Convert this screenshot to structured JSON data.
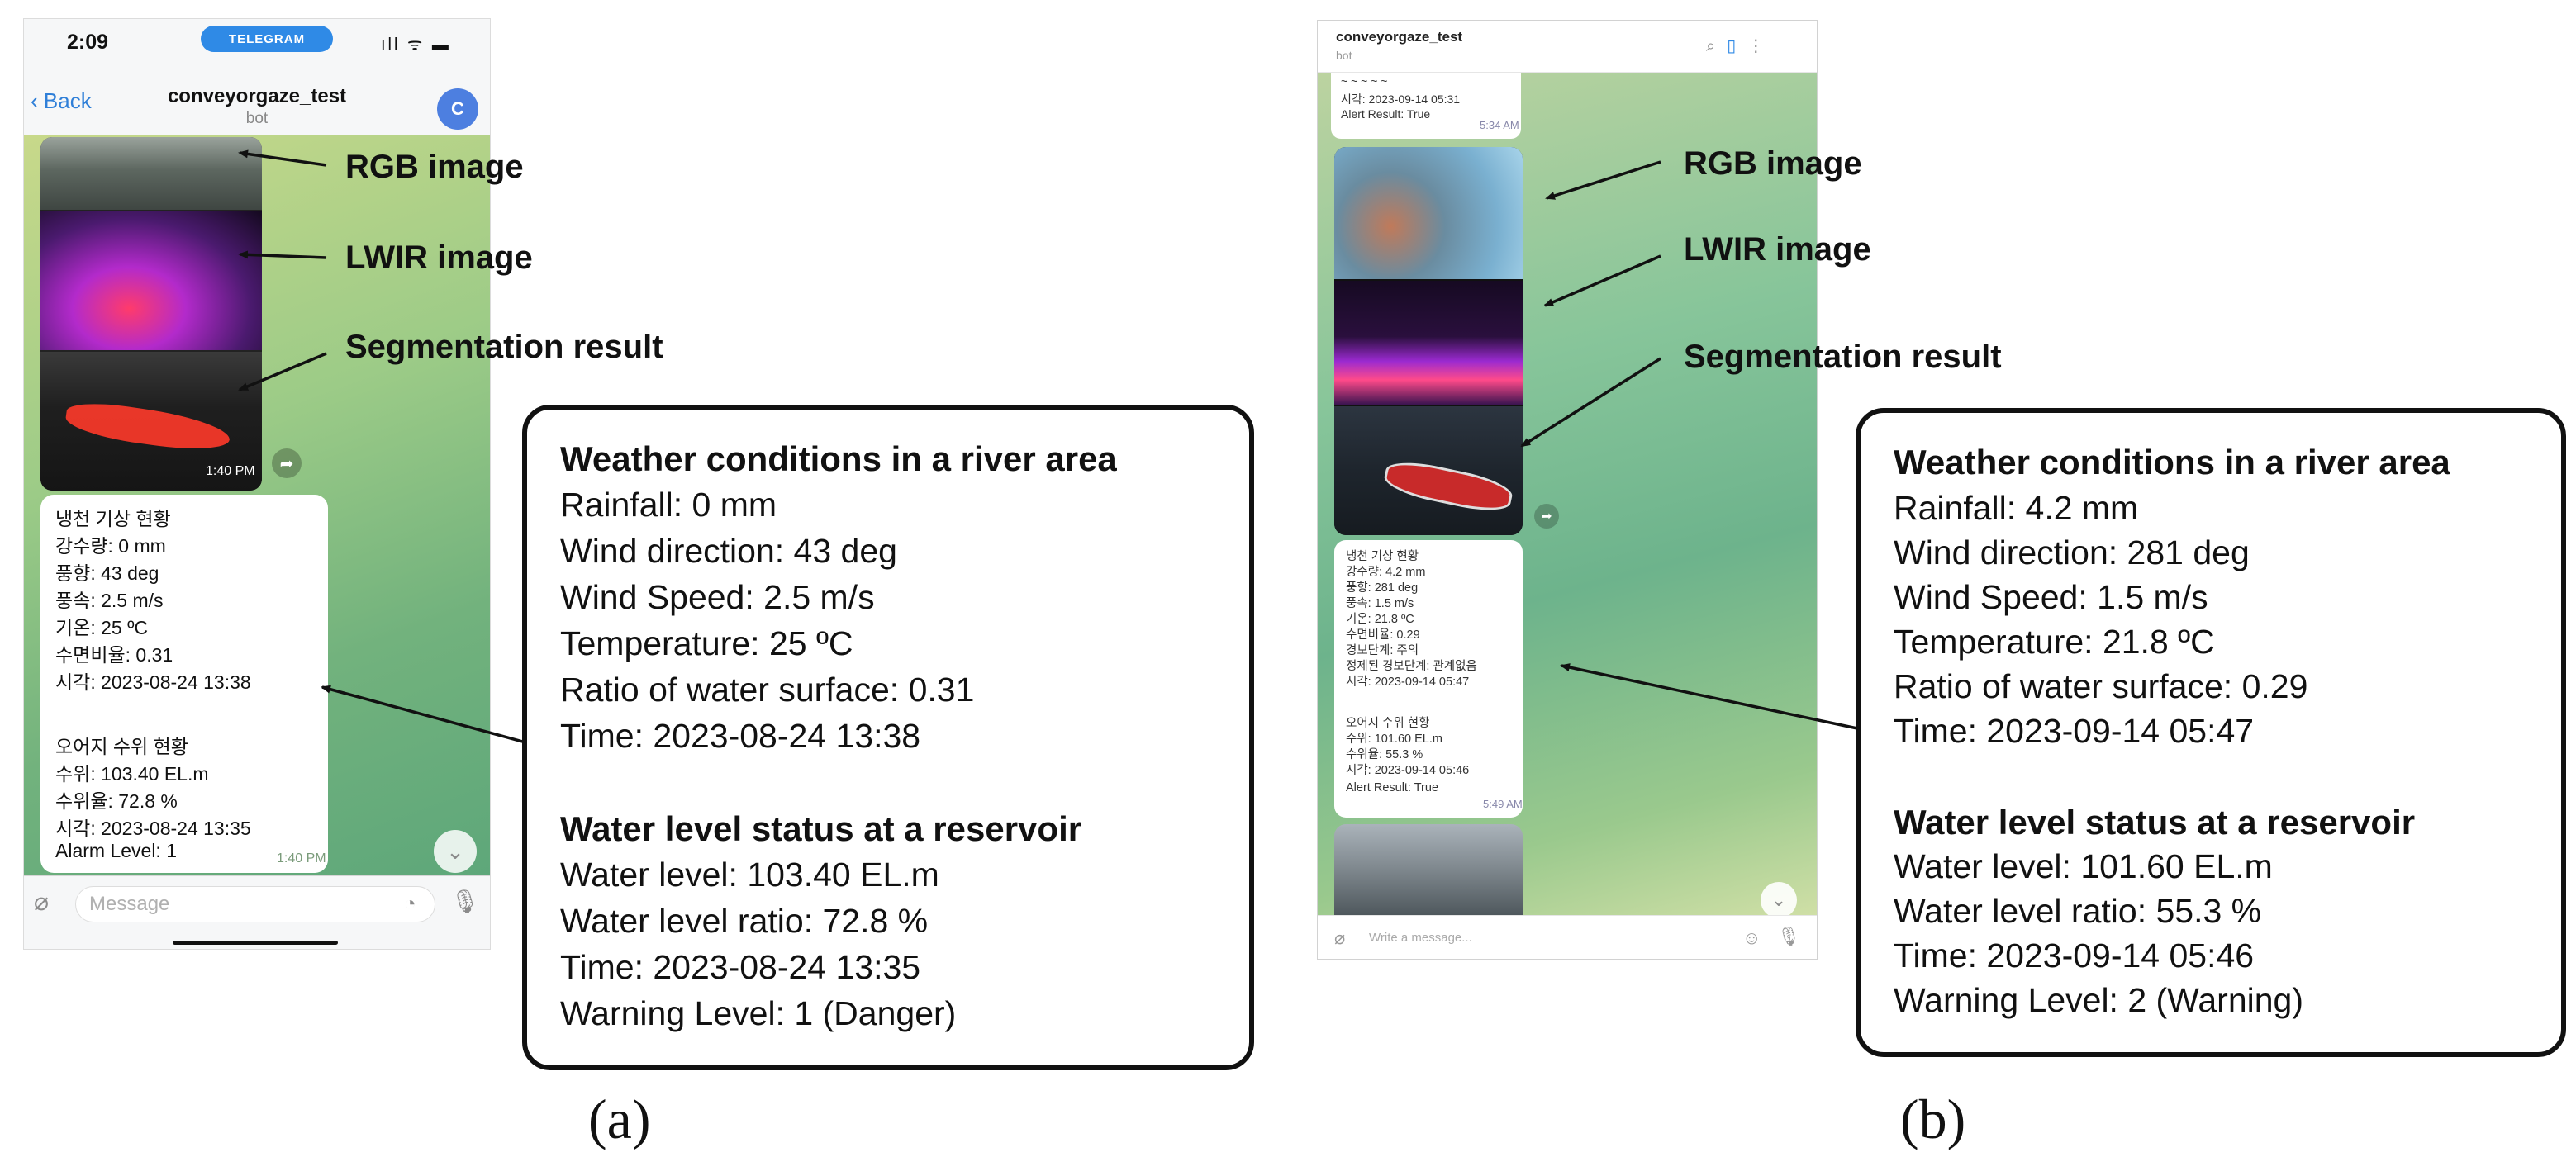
{
  "panel_a": {
    "status_time": "2:09",
    "status_pill": "TELEGRAM",
    "status_icons": "ıll ᯤ ▬",
    "back_label": "Back",
    "chat_name": "conveyorgaze_test",
    "chat_subtitle": "bot",
    "avatar_letter": "C",
    "image_time": "1:40 PM",
    "message_lines": [
      "냉천 기상 현황",
      "강수량: 0 mm",
      "풍향: 43 deg",
      "풍속: 2.5 m/s",
      "기온: 25 ºC",
      "수면비율: 0.31",
      "시각: 2023-08-24 13:38",
      "",
      "오어지 수위 현황",
      "수위: 103.40 EL.m",
      "수위율: 72.8 %",
      "시각: 2023-08-24 13:35",
      "Alarm Level: 1"
    ],
    "message_time": "1:40 PM",
    "input_placeholder": "Message",
    "labels": {
      "rgb": "RGB image",
      "lwir": "LWIR image",
      "segmentation": "Segmentation result"
    },
    "box": {
      "weather_title": "Weather conditions in a river area",
      "rainfall": "Rainfall: 0 mm",
      "wind_direction": "Wind direction: 43 deg",
      "wind_speed": "Wind Speed: 2.5 m/s",
      "temperature": "Temperature: 25 ºC",
      "water_ratio": "Ratio of water surface: 0.31",
      "weather_time": "Time: 2023-08-24 13:38",
      "water_title": "Water level status at a reservoir",
      "water_level": "Water level: 103.40 EL.m",
      "water_level_ratio": "Water level ratio: 72.8 %",
      "water_time": "Time: 2023-08-24 13:35",
      "warning_level": "Warning Level: 1 (Danger)"
    },
    "caption": "(a)"
  },
  "panel_b": {
    "chat_name": "conveyorgaze_test",
    "chat_subtitle": "bot",
    "header_icons": "⌕ ▯ ⋮",
    "top_lines": [
      "~ ~ ~ ~ ~",
      "시각: 2023-09-14 05:31",
      "Alert Result: True"
    ],
    "top_time": "5:34 AM",
    "message_lines": [
      "냉천 기상 현황",
      "강수량: 4.2 mm",
      "풍향: 281 deg",
      "풍속: 1.5 m/s",
      "기온: 21.8 ºC",
      "수면비율: 0.29",
      "경보단계: 주의",
      "정제된 경보단계: 관계없음",
      "시각: 2023-09-14 05:47",
      "",
      "오어지 수위 현황",
      "수위: 101.60 EL.m",
      "수위율: 55.3 %",
      "시각: 2023-09-14 05:46",
      "Alert Result: True"
    ],
    "message_time": "5:49 AM",
    "input_placeholder": "Write a message...",
    "labels": {
      "rgb": "RGB image",
      "lwir": "LWIR image",
      "segmentation": "Segmentation result"
    },
    "box": {
      "weather_title": "Weather conditions in a river area",
      "rainfall": "Rainfall: 4.2 mm",
      "wind_direction": "Wind direction: 281 deg",
      "wind_speed": "Wind Speed: 1.5 m/s",
      "temperature": "Temperature: 21.8 ºC",
      "water_ratio": "Ratio of water surface: 0.29",
      "weather_time": "Time: 2023-09-14 05:47",
      "water_title": "Water level status at a reservoir",
      "water_level": "Water level: 101.60 EL.m",
      "water_level_ratio": "Water level ratio: 55.3 %",
      "water_time": "Time: 2023-09-14 05:46",
      "warning_level": "Warning Level: 2 (Warning)"
    },
    "caption": "(b)"
  },
  "icons": {
    "back": "chevron-left-icon",
    "forward": "share-arrow-icon",
    "scroll_down": "chevron-down-icon",
    "attach": "paperclip-icon",
    "sticker": "clock-sticker-icon",
    "mic": "microphone-icon",
    "search": "search-icon",
    "panel": "side-panel-icon",
    "more": "more-vertical-icon",
    "emoji": "smiley-icon"
  },
  "colors": {
    "telegram_blue": "#2f8ae6",
    "chat_green": "#72b27d",
    "annotation_black": "#111111"
  }
}
